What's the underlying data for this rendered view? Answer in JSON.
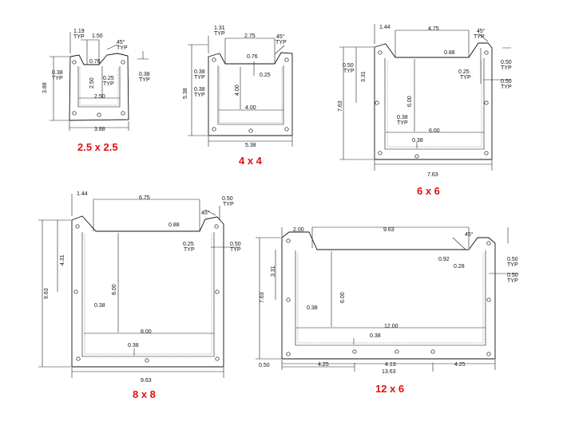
{
  "drawings": [
    {
      "title": "2.5 x 2.5",
      "labels": [
        "1.19",
        "TYP",
        "1.50",
        "45°",
        "TYP",
        "0.76",
        "0.38",
        "TYP",
        "0.38",
        "TYP",
        "3.88",
        "2.50",
        "0.25",
        "TYP",
        "2.50",
        "3.88"
      ]
    },
    {
      "title": "4 x 4",
      "labels": [
        "1.31",
        "TYP",
        "2.75",
        "45°",
        "TYP",
        "0.76",
        "0.25",
        "0.38",
        "TYP",
        "0.38",
        "TYP",
        "5.38",
        "4.00",
        "4.00",
        "5.38"
      ]
    },
    {
      "title": "6 x 6",
      "labels": [
        "1.44",
        "4.75",
        "45°",
        "TYP",
        "0.50",
        "TYP",
        "3.31",
        "0.88",
        "0.25",
        "TYP",
        "0.50",
        "TYP",
        "0.50",
        "TYP",
        "7.63",
        "6.00",
        "0.38",
        "TYP",
        "6.00",
        "0.38",
        "7.63"
      ]
    },
    {
      "title": "8 x 8",
      "labels": [
        "1.44",
        "6.75",
        "0.50",
        "TYP",
        "45°",
        "0.88",
        "0.25",
        "TYP",
        "0.50",
        "TYP",
        "4.31",
        "9.63",
        "8.00",
        "0.38",
        "8.00",
        "0.38",
        "9.63"
      ]
    },
    {
      "title": "12 x 6",
      "labels": [
        "2.00",
        "9.63",
        "45°",
        "0.92",
        "0.28",
        "0.50",
        "TYP",
        "0.50",
        "TYP",
        "3.31",
        "7.63",
        "6.00",
        "0.38",
        "12.00",
        "0.38",
        "0.50",
        "4.25",
        "4.13",
        "4.25",
        "13.63"
      ]
    }
  ]
}
